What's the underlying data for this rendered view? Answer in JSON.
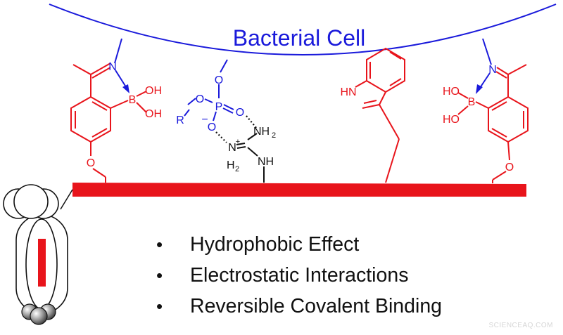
{
  "diagram": {
    "cell_label": "Bacterial Cell",
    "atoms": {
      "n": "N",
      "b": "B",
      "oh": "OH",
      "ho": "HO",
      "o": "O",
      "p": "P",
      "r": "R",
      "minus": "−",
      "plus": "+",
      "nh": "NH",
      "hn": "HN",
      "h": "H",
      "two": "2"
    },
    "colors": {
      "cell": "#1a1adb",
      "probe": "#e8141b",
      "text": "#111111"
    }
  },
  "bullets": [
    {
      "marker": "•",
      "text": "Hydrophobic Effect"
    },
    {
      "marker": "•",
      "text": "Electrostatic Interactions"
    },
    {
      "marker": "•",
      "text": "Reversible Covalent Binding"
    }
  ],
  "watermark": "SCIENCEAQ.COM"
}
